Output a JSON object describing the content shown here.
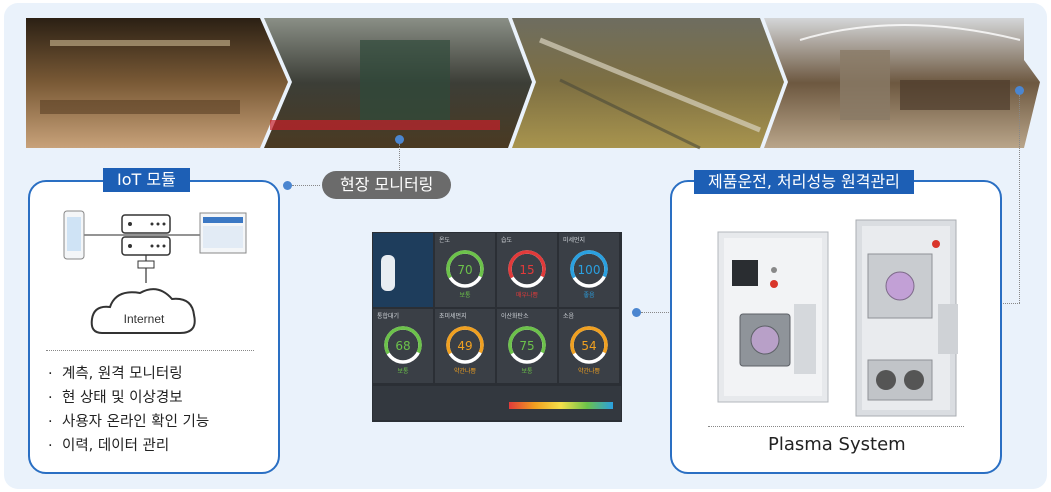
{
  "left_panel": {
    "tag": "IoT 모듈",
    "cloud_label": "Internet",
    "features": [
      "계측, 원격 모니터링",
      "현 상태 및 이상경보",
      "사용자 온라인 확인 기능",
      "이력, 데이터 관리"
    ]
  },
  "center": {
    "pill": "현장 모니터링",
    "dashboard": {
      "tiles": [
        {
          "title": "온도",
          "value": "70",
          "status": "보통",
          "color": "#6cc24a"
        },
        {
          "title": "습도",
          "value": "15",
          "status": "매우나쁨",
          "color": "#e23a3a"
        },
        {
          "title": "미세먼지",
          "value": "100",
          "status": "좋음",
          "color": "#2aa0e0"
        },
        {
          "title": "통합대기",
          "value": "68",
          "status": "보통",
          "color": "#6cc24a"
        },
        {
          "title": "초미세먼지",
          "value": "49",
          "status": "약간나쁨",
          "color": "#f0a020"
        },
        {
          "title": "이산화탄소",
          "value": "75",
          "status": "보통",
          "color": "#6cc24a"
        },
        {
          "title": "소음",
          "value": "54",
          "status": "약간나쁨",
          "color": "#f0a020"
        }
      ]
    }
  },
  "right_panel": {
    "tag": "제품운전, 처리성능 원격관리",
    "caption": "Plasma System"
  }
}
